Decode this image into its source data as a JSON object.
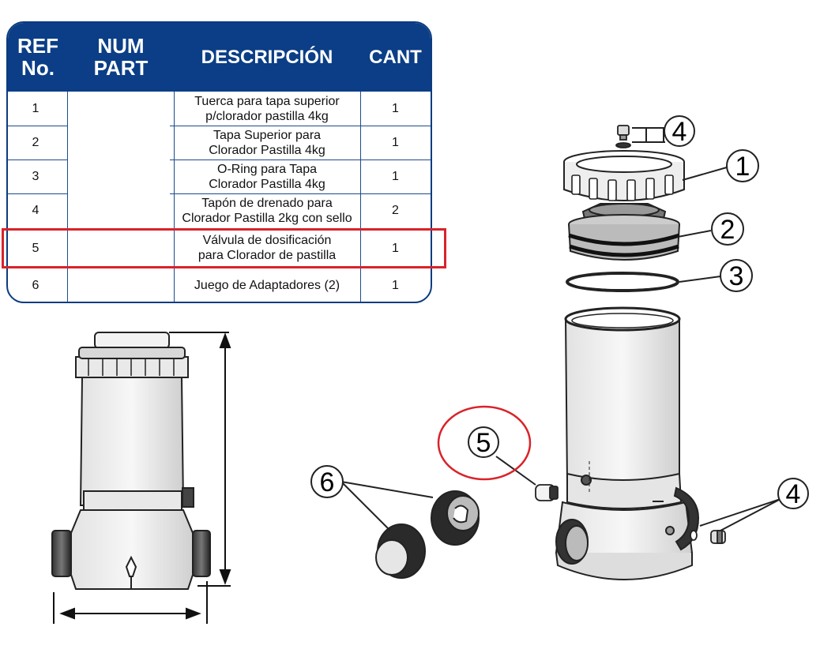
{
  "table": {
    "headers": {
      "ref": "REF\nNo.",
      "num_part": "NUM\nPART",
      "description": "DESCRIPCIÓN",
      "quantity": "CANT"
    },
    "rows": [
      {
        "ref": "1",
        "description": "Tuerca para tapa superior\np/clorador pastilla 4kg",
        "quantity": "1"
      },
      {
        "ref": "2",
        "description": "Tapa Superior para\nClorador Pastilla 4kg",
        "quantity": "1"
      },
      {
        "ref": "3",
        "description": "O-Ring para Tapa\nClorador Pastilla 4kg",
        "quantity": "1"
      },
      {
        "ref": "4",
        "description": "Tapón de drenado para\nClorador Pastilla 2kg con sello",
        "quantity": "2"
      },
      {
        "ref": "5",
        "description": "Válvula de dosificación\npara Clorador de pastilla",
        "quantity": "1"
      },
      {
        "ref": "6",
        "description": "Juego de Adaptadores (2)",
        "quantity": "1"
      }
    ],
    "highlighted_ref": "5"
  },
  "diagram": {
    "callouts": [
      "4",
      "1",
      "2",
      "3",
      "5",
      "6",
      "4"
    ],
    "highlighted_callout": "5"
  },
  "colors": {
    "header_bg": "#0b3e86",
    "border": "#0b3b80",
    "highlight": "#d9232a"
  }
}
